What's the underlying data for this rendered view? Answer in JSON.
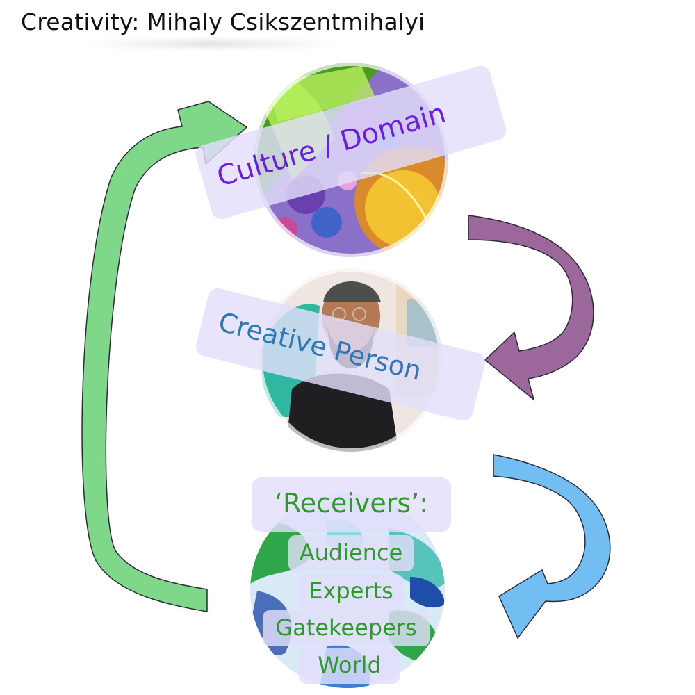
{
  "title": "Creativity: Mihaly Csikszentmihalyi",
  "nodes": {
    "culture": {
      "label": "Culture / Domain",
      "image": "abstract-cell-illustration"
    },
    "creative_person": {
      "label": "Creative Person",
      "image": "portrait-photo"
    },
    "receivers": {
      "title": "‘Receivers’:",
      "items": [
        "Audience",
        "Experts",
        "Gatekeepers",
        "World"
      ],
      "image": "world-map-globe"
    }
  },
  "arrows": [
    {
      "from": "culture",
      "to": "creative_person",
      "color": "#9c679a"
    },
    {
      "from": "creative_person",
      "to": "receivers",
      "color": "#72bdf1"
    },
    {
      "from": "receivers",
      "to": "culture",
      "color": "#7fd88a"
    }
  ],
  "colors": {
    "culture_label": "#6a1fe0",
    "creative_label": "#2f78b4",
    "receivers_label": "#2e9a2a",
    "label_bg": "#e2defa"
  }
}
